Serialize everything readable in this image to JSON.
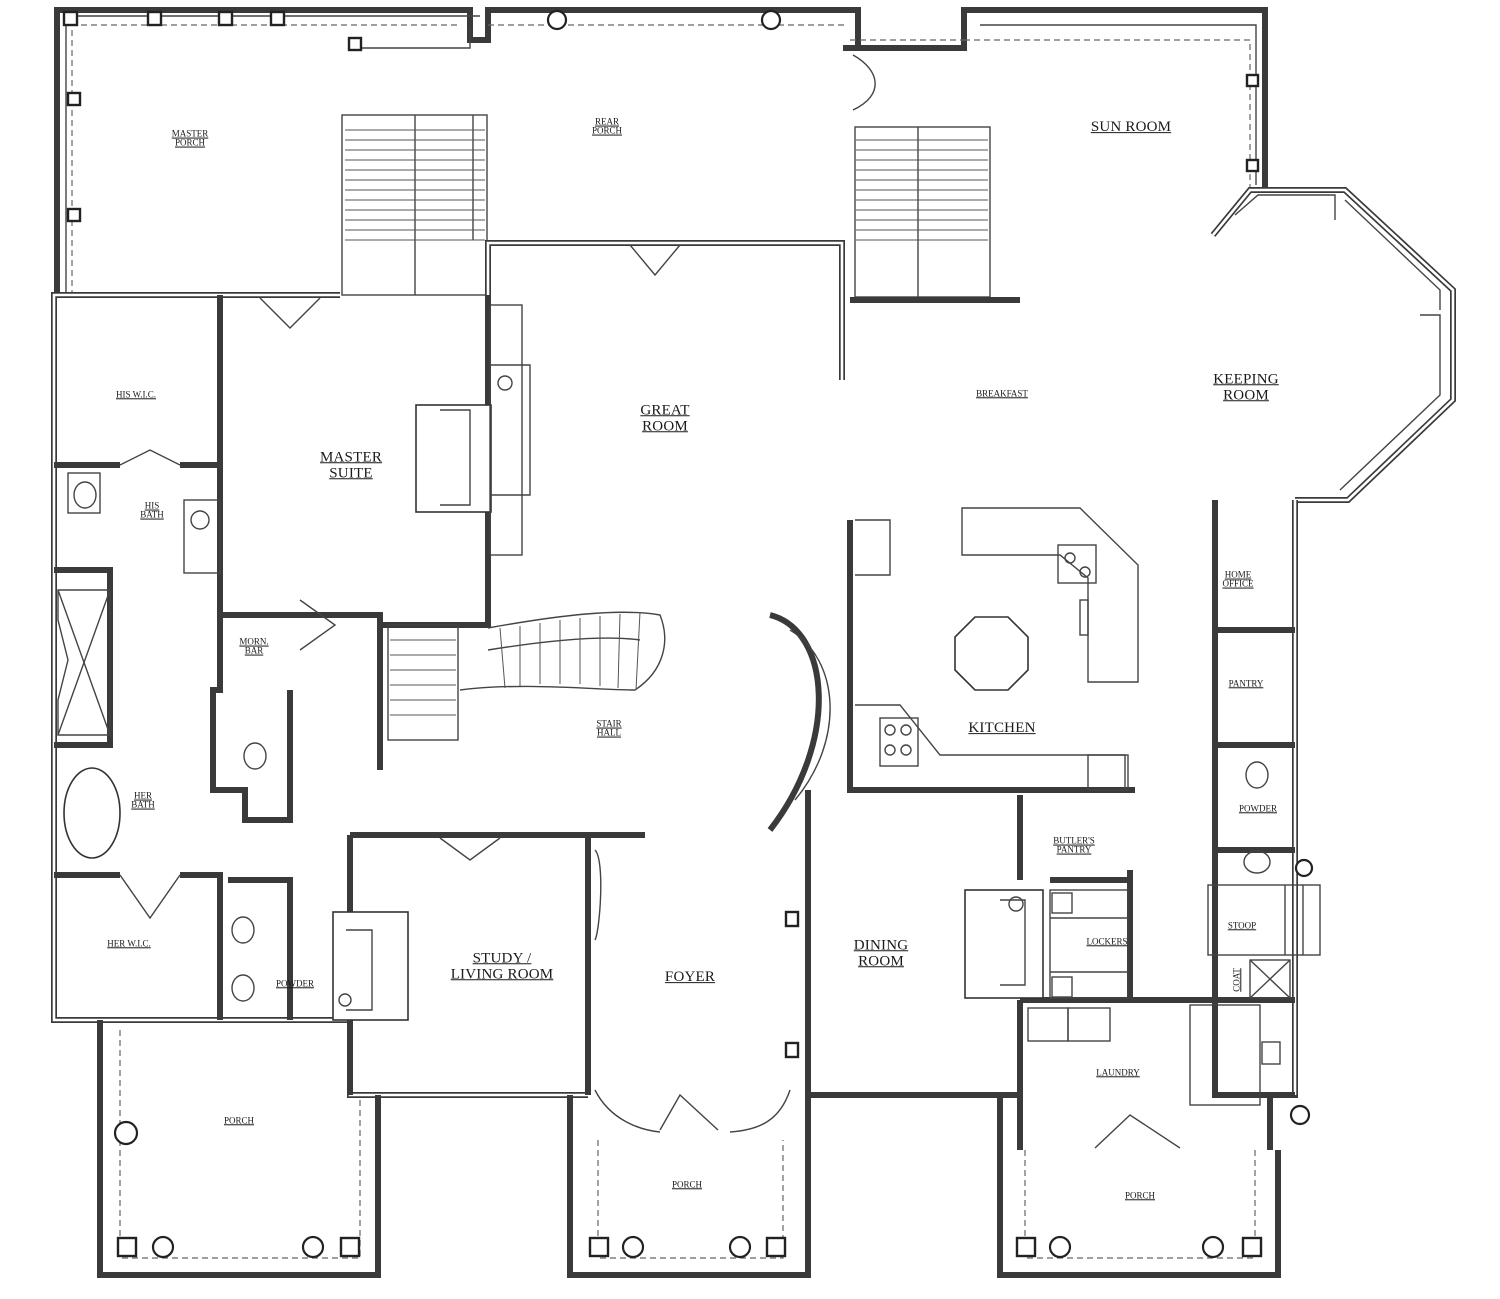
{
  "plan": {
    "rooms": {
      "master_porch": "MASTER\nPORCH",
      "rear_porch": "REAR\nPORCH",
      "sun_room": "SUN ROOM",
      "his_wic": "HIS W.I.C.",
      "master_suite": "MASTER\nSUITE",
      "great_room": "GREAT\nROOM",
      "breakfast": "BREAKFAST",
      "keeping_room": "KEEPING\nROOM",
      "his_bath": "HIS\nBATH",
      "home_office": "HOME\nOFFICE",
      "morn_bar": "MORN.\nBAR",
      "stair_hall": "STAIR\nHALL",
      "kitchen": "KITCHEN",
      "pantry": "PANTRY",
      "her_bath": "HER\nBATH",
      "powder_right": "POWDER",
      "butlers_pantry": "BUTLER'S\nPANTRY",
      "stoop": "STOOP",
      "lockers": "LOCKERS",
      "her_wic": "HER W.I.C.",
      "study": "STUDY /\nLIVING ROOM",
      "foyer": "FOYER",
      "dining": "DINING\nROOM",
      "coat": "COAT",
      "powder_left": "POWDER",
      "laundry": "LAUNDRY",
      "porch_left": "PORCH",
      "porch_center": "PORCH",
      "porch_right": "PORCH"
    }
  }
}
